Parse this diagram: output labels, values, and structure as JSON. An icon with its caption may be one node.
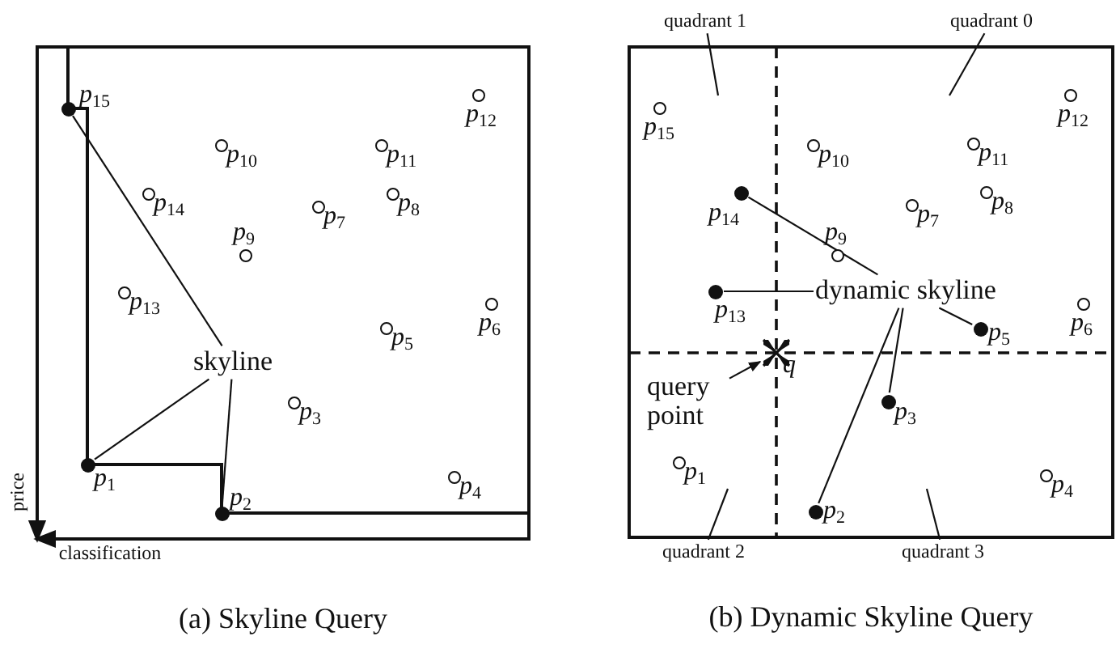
{
  "diagram": {
    "nodes": [
      {
        "text": [
          "(a) Skyline Query"
        ]
      },
      {
        "text": [],
        "shape": "dot",
        "beside": [
          "*p*$_{1}$"
        ],
        "in": 0
      },
      {
        "text": [],
        "shape": "dot",
        "beside": [
          "*p*$_{2}$"
        ],
        "in": 0
      },
      {
        "text": [],
        "shape": "circle",
        "beside": [
          "*p*$_{3}$"
        ],
        "in": 0
      },
      {
        "text": [],
        "shape": "circle",
        "beside": [
          "*p*$_{4}$"
        ],
        "in": 0
      },
      {
        "text": [],
        "shape": "circle",
        "beside": [
          "*p*$_{5}$"
        ],
        "in": 0
      },
      {
        "text": [],
        "shape": "circle",
        "beside": [
          "*p*$_{6}$"
        ],
        "in": 0
      },
      {
        "text": [],
        "shape": "circle",
        "beside": [
          "*p*$_{7}$"
        ],
        "in": 0
      },
      {
        "text": [],
        "shape": "circle",
        "beside": [
          "*p*$_{8}$"
        ],
        "in": 0
      },
      {
        "text": [],
        "shape": "circle",
        "beside": [
          "*p*$_{9}$"
        ],
        "in": 0
      },
      {
        "text": [],
        "shape": "circle",
        "beside": [
          "*p*$_{10}$"
        ],
        "in": 0
      },
      {
        "text": [],
        "shape": "circle",
        "beside": [
          "*p*$_{11}$"
        ],
        "in": 0
      },
      {
        "text": [],
        "shape": "circle",
        "beside": [
          "*p*$_{12}$"
        ],
        "in": 0
      },
      {
        "text": [],
        "shape": "circle",
        "beside": [
          "*p*$_{13}$"
        ],
        "in": 0
      },
      {
        "text": [],
        "shape": "circle",
        "beside": [
          "*p*$_{14}$"
        ],
        "in": 0
      },
      {
        "text": [],
        "shape": "dot",
        "beside": [
          "*p*$_{15}$"
        ],
        "in": 0
      },
      {
        "text": [
          "skyline"
        ],
        "in": 0
      },
      {
        "text": [
          "(b) Dynamic Skyline Query"
        ]
      },
      {
        "text": [],
        "shape": "circle",
        "beside": [
          "*p*$_{1}$"
        ],
        "in": 17
      },
      {
        "text": [],
        "shape": "dot",
        "beside": [
          "*p*$_{2}$"
        ],
        "in": 17
      },
      {
        "text": [],
        "shape": "dot",
        "beside": [
          "*p*$_{3}$"
        ],
        "in": 17
      },
      {
        "text": [],
        "shape": "circle",
        "beside": [
          "*p*$_{4}$"
        ],
        "in": 17
      },
      {
        "text": [],
        "shape": "dot",
        "beside": [
          "*p*$_{5}$"
        ],
        "in": 17
      },
      {
        "text": [],
        "shape": "circle",
        "beside": [
          "*p*$_{6}$"
        ],
        "in": 17
      },
      {
        "text": [],
        "shape": "circle",
        "beside": [
          "*p*$_{7}$"
        ],
        "in": 17
      },
      {
        "text": [],
        "shape": "circle",
        "beside": [
          "*p*$_{8}$"
        ],
        "in": 17
      },
      {
        "text": [],
        "shape": "circle",
        "beside": [
          "*p*$_{9}$"
        ],
        "in": 17
      },
      {
        "text": [],
        "shape": "circle",
        "beside": [
          "*p*$_{10}$"
        ],
        "in": 17
      },
      {
        "text": [],
        "shape": "circle",
        "beside": [
          "*p*$_{11}$"
        ],
        "in": 17
      },
      {
        "text": [],
        "shape": "circle",
        "beside": [
          "*p*$_{12}$"
        ],
        "in": 17
      },
      {
        "text": [],
        "shape": "dot",
        "beside": [
          "*p*$_{13}$"
        ],
        "in": 17
      },
      {
        "text": [],
        "shape": "dot",
        "beside": [
          "*p*$_{14}$"
        ],
        "in": 17
      },
      {
        "text": [],
        "shape": "circle",
        "beside": [
          "*p*$_{15}$"
        ],
        "in": 17
      },
      {
        "text": [],
        "shape": "cross",
        "beside": [
          "q"
        ],
        "in": 17
      },
      {
        "text": [
          "dynamic skyline"
        ],
        "in": 17
      },
      {
        "text": [
          "query point"
        ],
        "in": 17
      },
      {
        "text": [
          "quadrant 1"
        ]
      },
      {
        "text": [
          "quadrant 0"
        ]
      },
      {
        "text": [
          "quadrant 2"
        ]
      },
      {
        "text": [
          "quadrant 3"
        ]
      }
    ],
    "edges": [
      {
        "from": 16,
        "to": 15,
        "arrow": "none"
      },
      {
        "from": 16,
        "to": 1,
        "arrow": "none"
      },
      {
        "from": 16,
        "to": 2,
        "arrow": "none"
      },
      {
        "from": 34,
        "to": 31,
        "arrow": "none"
      },
      {
        "from": 34,
        "to": 30,
        "arrow": "none"
      },
      {
        "from": 34,
        "to": 22,
        "arrow": "none"
      },
      {
        "from": 34,
        "to": 20,
        "arrow": "none"
      },
      {
        "from": 34,
        "to": 19,
        "arrow": "none"
      },
      {
        "from": 35,
        "to": 33,
        "arrow": "to"
      },
      {
        "from": 36,
        "to": 17,
        "arrow": "none"
      },
      {
        "from": 37,
        "to": 17,
        "arrow": "none"
      },
      {
        "from": 38,
        "to": 17,
        "arrow": "none"
      },
      {
        "from": 39,
        "to": 17,
        "arrow": "none"
      }
    ],
    "labels": [
      "price",
      "classification"
    ]
  }
}
